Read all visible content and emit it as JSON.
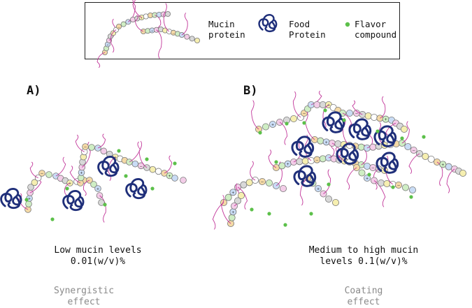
{
  "legend": {
    "mucin_label": "Mucin\nprotein",
    "food_label": "Food\nProtein",
    "flavor_label": "Flavor\ncompound"
  },
  "panel_a": {
    "label": "A)",
    "caption_line1": "Low mucin levels",
    "caption_line2": "0.01(w/v)%",
    "effect_line1": "Synergistic",
    "effect_line2": "effect"
  },
  "panel_b": {
    "label": "B)",
    "caption_line1": "Medium to high mucin",
    "caption_line2": "levels 0.1(w/v)%",
    "effect_line1": "Coating",
    "effect_line2": "effect"
  },
  "colors": {
    "bead_palette": [
      "#f4d9a6",
      "#cfeec4",
      "#c9dcf5",
      "#f3cde8",
      "#d8d8d8",
      "#f6efb0",
      "#ffffff"
    ],
    "bead_stroke": "#777777",
    "strand": "#c2379a",
    "food_protein": "#1f2f7a",
    "flavor_compound": "#5cc04a"
  },
  "icons": {
    "mucin": "mucin-chain-icon",
    "food": "food-protein-icon",
    "flavor": "flavor-dot-icon"
  }
}
